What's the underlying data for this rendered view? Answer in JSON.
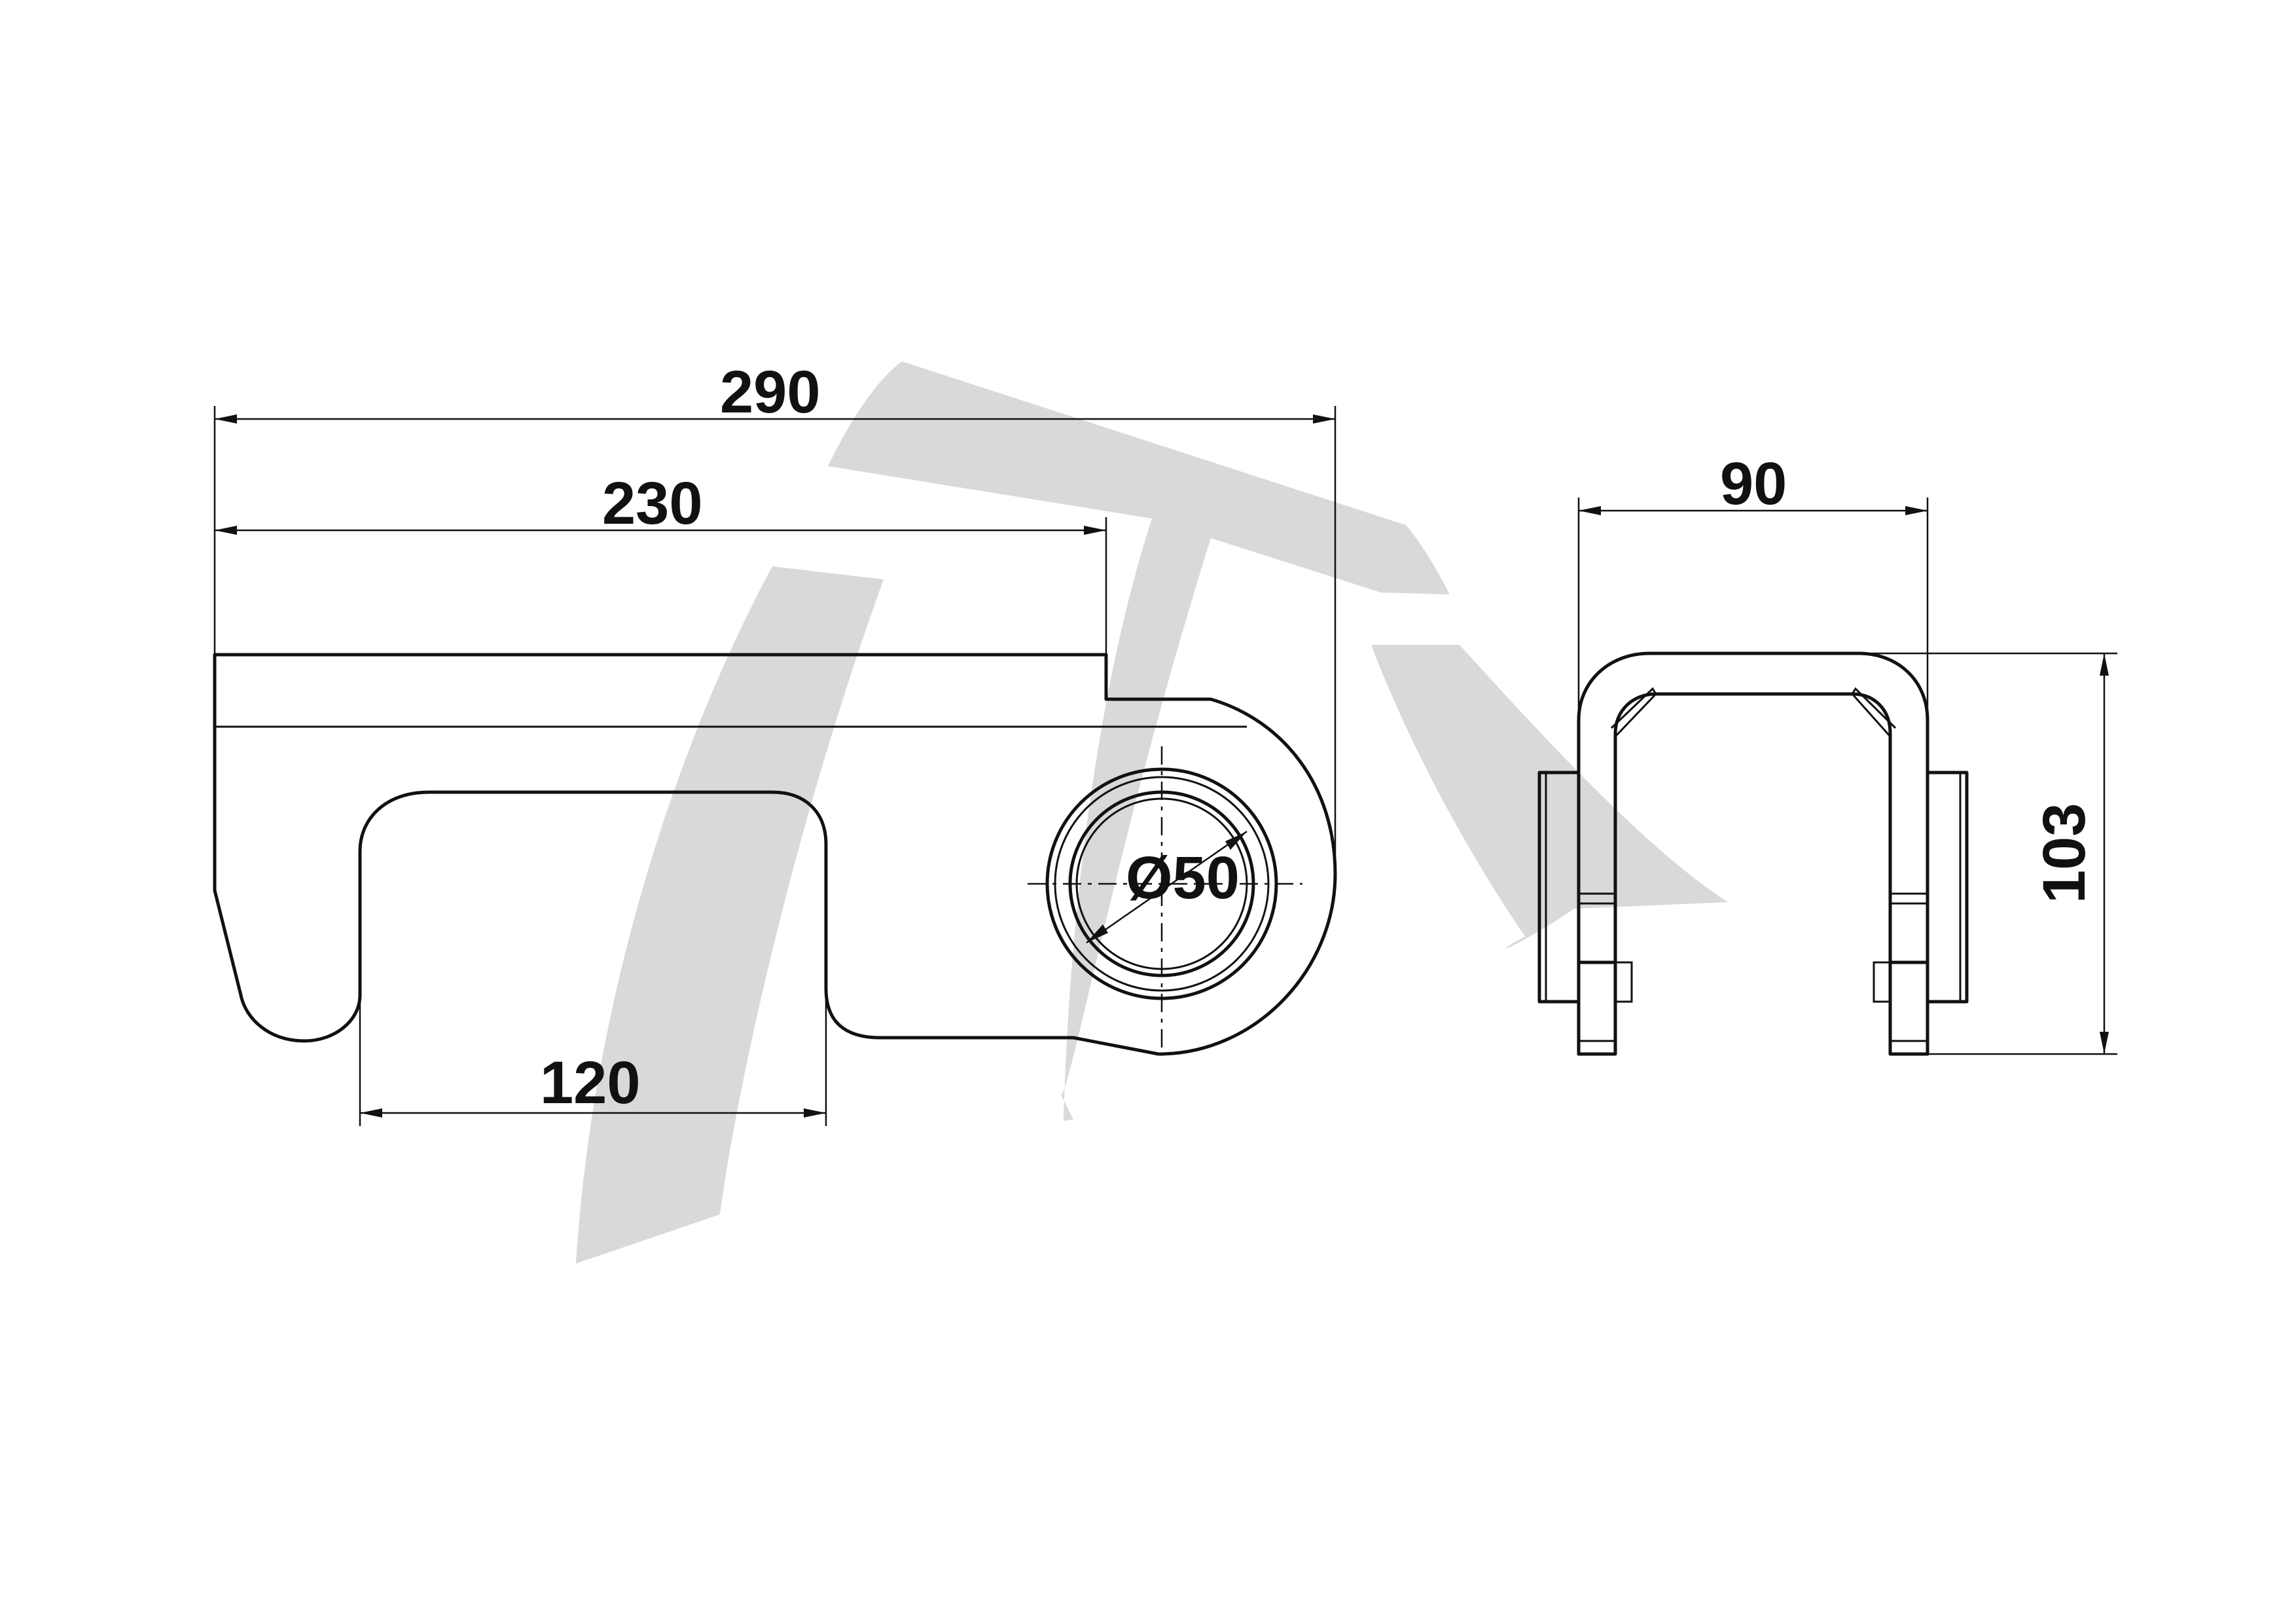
{
  "drawing": {
    "dimensions": {
      "overall_length": "290",
      "top_length": "230",
      "slot_width": "120",
      "bore_diameter": "Ø50",
      "side_width": "90",
      "side_height": "103"
    },
    "colors": {
      "line": "#111111",
      "watermark": "#d9d9d9",
      "background": "#ffffff"
    }
  }
}
